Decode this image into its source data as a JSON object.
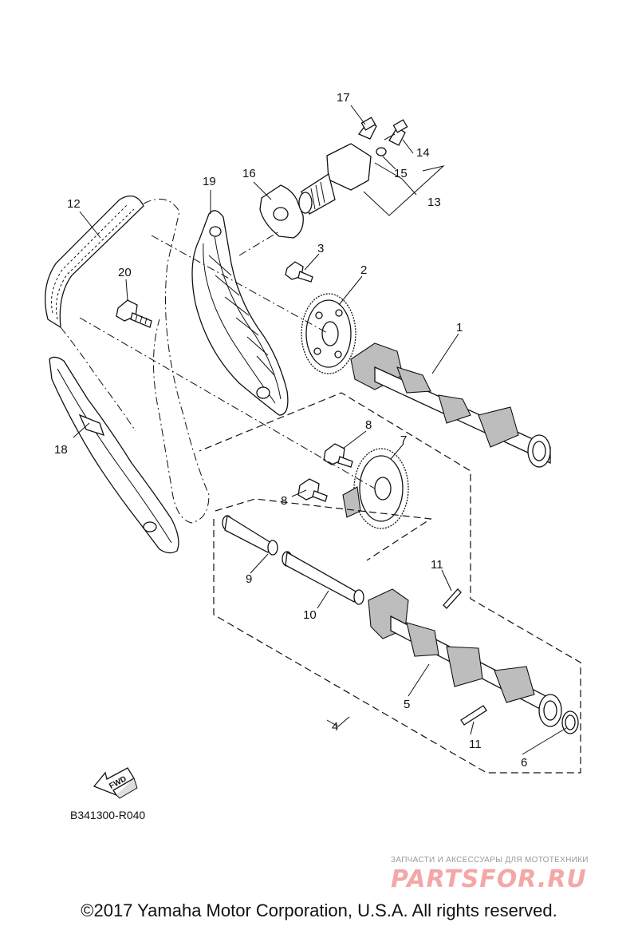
{
  "diagram": {
    "callouts": [
      {
        "id": "1",
        "text": "1"
      },
      {
        "id": "2",
        "text": "2"
      },
      {
        "id": "3",
        "text": "3"
      },
      {
        "id": "4",
        "text": "4"
      },
      {
        "id": "5",
        "text": "5"
      },
      {
        "id": "6",
        "text": "6"
      },
      {
        "id": "7",
        "text": "7"
      },
      {
        "id": "8a",
        "text": "8"
      },
      {
        "id": "8b",
        "text": "8"
      },
      {
        "id": "9",
        "text": "9"
      },
      {
        "id": "10",
        "text": "10"
      },
      {
        "id": "11a",
        "text": "11"
      },
      {
        "id": "11b",
        "text": "11"
      },
      {
        "id": "12",
        "text": "12"
      },
      {
        "id": "13",
        "text": "13"
      },
      {
        "id": "14",
        "text": "14"
      },
      {
        "id": "15",
        "text": "15"
      },
      {
        "id": "16",
        "text": "16"
      },
      {
        "id": "17",
        "text": "17"
      },
      {
        "id": "18",
        "text": "18"
      },
      {
        "id": "19",
        "text": "19"
      },
      {
        "id": "20",
        "text": "20"
      }
    ],
    "fwd_label": "FWD",
    "reference_code": "B341300-R040"
  },
  "watermark": {
    "tagline": "ЗАПЧАСТИ И АКСЕССУАРЫ ДЛЯ МОТОТЕХНИКИ",
    "logo": "PARTSFOR.RU",
    "color": "#f4a7a7"
  },
  "footer": {
    "copyright": "©2017 Yamaha Motor Corporation, U.S.A. All rights reserved."
  }
}
